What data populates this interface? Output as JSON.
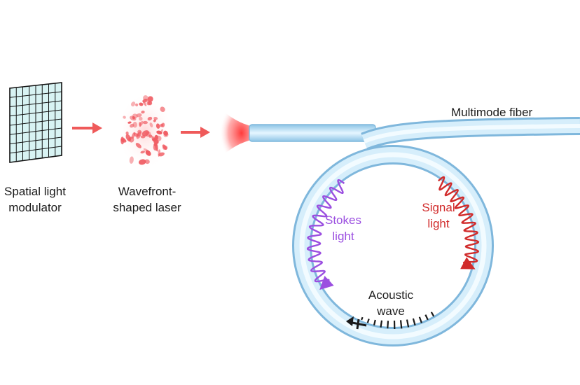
{
  "labels": {
    "slm_line1": "Spatial light",
    "slm_line2": "modulator",
    "laser_line1": "Wavefront-",
    "laser_line2": "shaped laser",
    "fiber": "Multimode fiber",
    "stokes_line1": "Stokes",
    "stokes_line2": "light",
    "signal_line1": "Signal",
    "signal_line2": "light",
    "acoustic_line1": "Acoustic",
    "acoustic_line2": "wave"
  },
  "colors": {
    "arrow": "#ef5a5a",
    "fiber_core": "#bfe2f7",
    "fiber_edge": "#7fb7dc",
    "stokes": "#9b4fe0",
    "signal": "#d12b2b",
    "acoustic": "#1a1a1a",
    "grid_fill": "#d8f3f3"
  }
}
